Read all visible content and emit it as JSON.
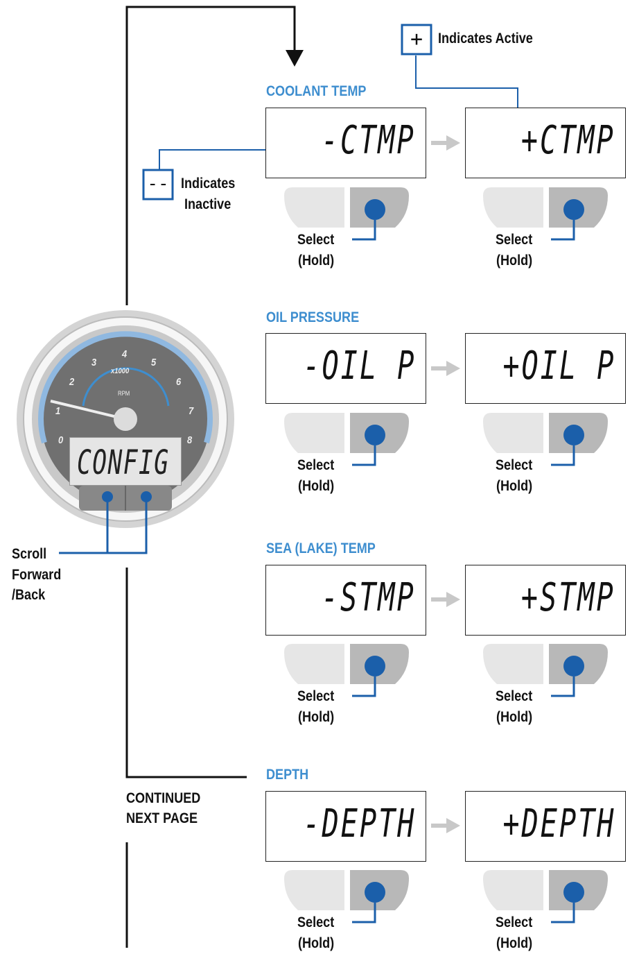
{
  "legend": {
    "active_label": "Indicates Active",
    "inactive_label_1": "Indicates",
    "inactive_label_2": "Inactive"
  },
  "sections": [
    {
      "title": "COOLANT TEMP",
      "inactive_display": "-CTMP",
      "active_display": "+CTMP"
    },
    {
      "title": "OIL PRESSURE",
      "inactive_display": "-OIL P",
      "active_display": "+OIL P"
    },
    {
      "title": "SEA (LAKE) TEMP",
      "inactive_display": "-STMP",
      "active_display": "+STMP"
    },
    {
      "title": "DEPTH",
      "inactive_display": "-DEPTH",
      "active_display": "+DEPTH"
    }
  ],
  "select_label": "Select",
  "hold_label": "(Hold)",
  "gauge": {
    "display": "CONFIG",
    "unit": "x1000",
    "rpm_label": "RPM",
    "ticks": [
      "0",
      "1",
      "2",
      "3",
      "4",
      "5",
      "6",
      "7",
      "8"
    ]
  },
  "scroll_label": [
    "Scroll",
    "Forward",
    "/Back"
  ],
  "continued_label": [
    "CONTINUED",
    "NEXT PAGE"
  ],
  "colors": {
    "accent_blue": "#1b5faa",
    "title_blue": "#3e8ecf",
    "button_dark": "#b8b8b8",
    "button_light": "#e6e6e6"
  }
}
